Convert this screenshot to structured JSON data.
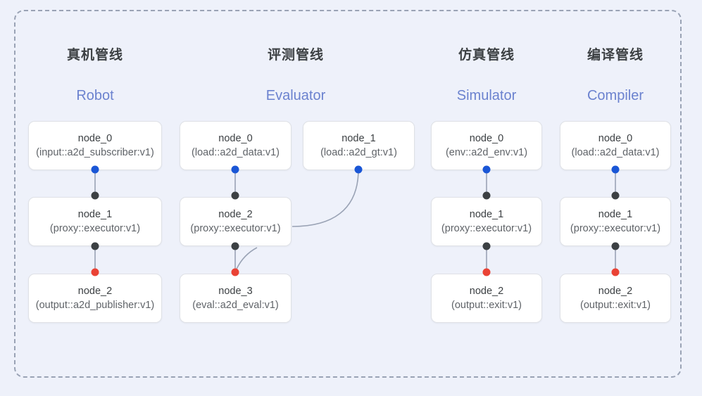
{
  "diagram": {
    "background_color": "#eef1fa",
    "frame": {
      "style": "dashed",
      "color": "#9aa3b5"
    },
    "port_colors": {
      "source": "#1a56d6",
      "middle": "#3c4043",
      "sink": "#ea4335"
    },
    "accent_color": "#6b82cf",
    "columns": [
      {
        "id": "robot",
        "title_cn": "真机管线",
        "title_en": "Robot",
        "nodes": [
          {
            "name": "node_0",
            "spec": "(input::a2d_subscriber:v1)"
          },
          {
            "name": "node_1",
            "spec": "(proxy::executor:v1)"
          },
          {
            "name": "node_2",
            "spec": "(output::a2d_publisher:v1)"
          }
        ]
      },
      {
        "id": "evaluator",
        "title_cn": "评测管线",
        "title_en": "Evaluator",
        "nodes": [
          {
            "name": "node_0",
            "spec": "(load::a2d_data:v1)"
          },
          {
            "name": "node_1",
            "spec": "(load::a2d_gt:v1)"
          },
          {
            "name": "node_2",
            "spec": "(proxy::executor:v1)"
          },
          {
            "name": "node_3",
            "spec": "(eval::a2d_eval:v1)"
          }
        ]
      },
      {
        "id": "simulator",
        "title_cn": "仿真管线",
        "title_en": "Simulator",
        "nodes": [
          {
            "name": "node_0",
            "spec": "(env::a2d_env:v1)"
          },
          {
            "name": "node_1",
            "spec": "(proxy::executor:v1)"
          },
          {
            "name": "node_2",
            "spec": "(output::exit:v1)"
          }
        ]
      },
      {
        "id": "compiler",
        "title_cn": "编译管线",
        "title_en": "Compiler",
        "nodes": [
          {
            "name": "node_0",
            "spec": "(load::a2d_data:v1)"
          },
          {
            "name": "node_1",
            "spec": "(proxy::executor:v1)"
          },
          {
            "name": "node_2",
            "spec": "(output::exit:v1)"
          }
        ]
      }
    ]
  }
}
